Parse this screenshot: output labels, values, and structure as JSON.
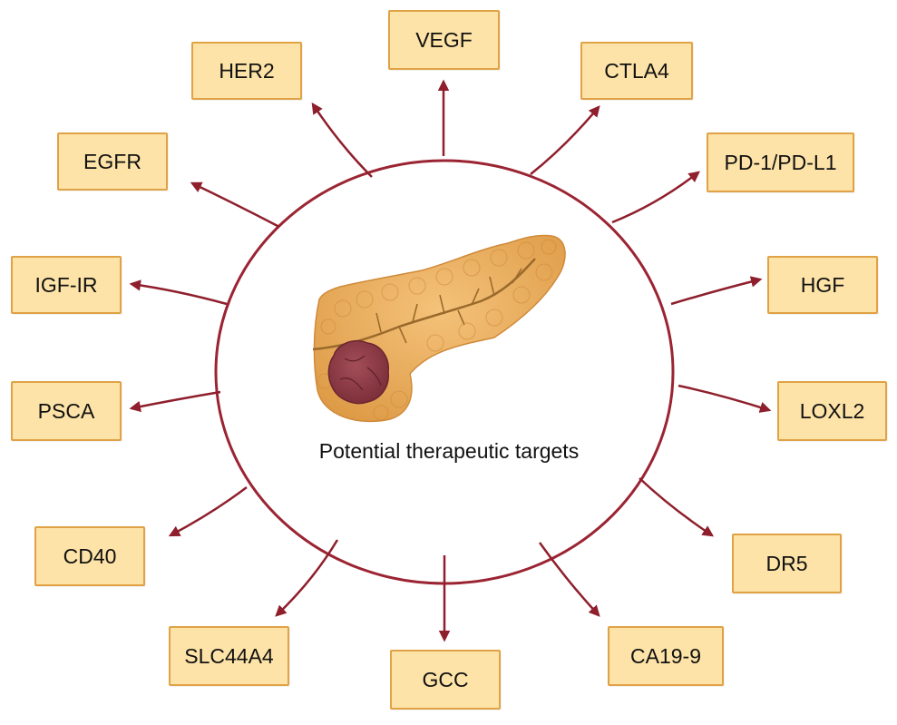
{
  "center_label": "Potential therapeutic targets",
  "targets": [
    {
      "id": "vegf",
      "label": "VEGF"
    },
    {
      "id": "her2",
      "label": "HER2"
    },
    {
      "id": "ctla4",
      "label": "CTLA4"
    },
    {
      "id": "egfr",
      "label": "EGFR"
    },
    {
      "id": "pd1-pdl1",
      "label": "PD-1/PD-L1"
    },
    {
      "id": "igf-ir",
      "label": "IGF-IR"
    },
    {
      "id": "hgf",
      "label": "HGF"
    },
    {
      "id": "psca",
      "label": "PSCA"
    },
    {
      "id": "loxl2",
      "label": "LOXL2"
    },
    {
      "id": "cd40",
      "label": "CD40"
    },
    {
      "id": "dr5",
      "label": "DR5"
    },
    {
      "id": "slc44a4",
      "label": "SLC44A4"
    },
    {
      "id": "ca19-9",
      "label": "CA19-9"
    },
    {
      "id": "gcc",
      "label": "GCC"
    }
  ],
  "colors": {
    "circle": "#9b2433",
    "arrow": "#8f1f2c",
    "box_fill": "#fde3a7",
    "box_border": "#e0a245",
    "pancreas": "#e8a850",
    "tumor": "#8b3a45"
  }
}
